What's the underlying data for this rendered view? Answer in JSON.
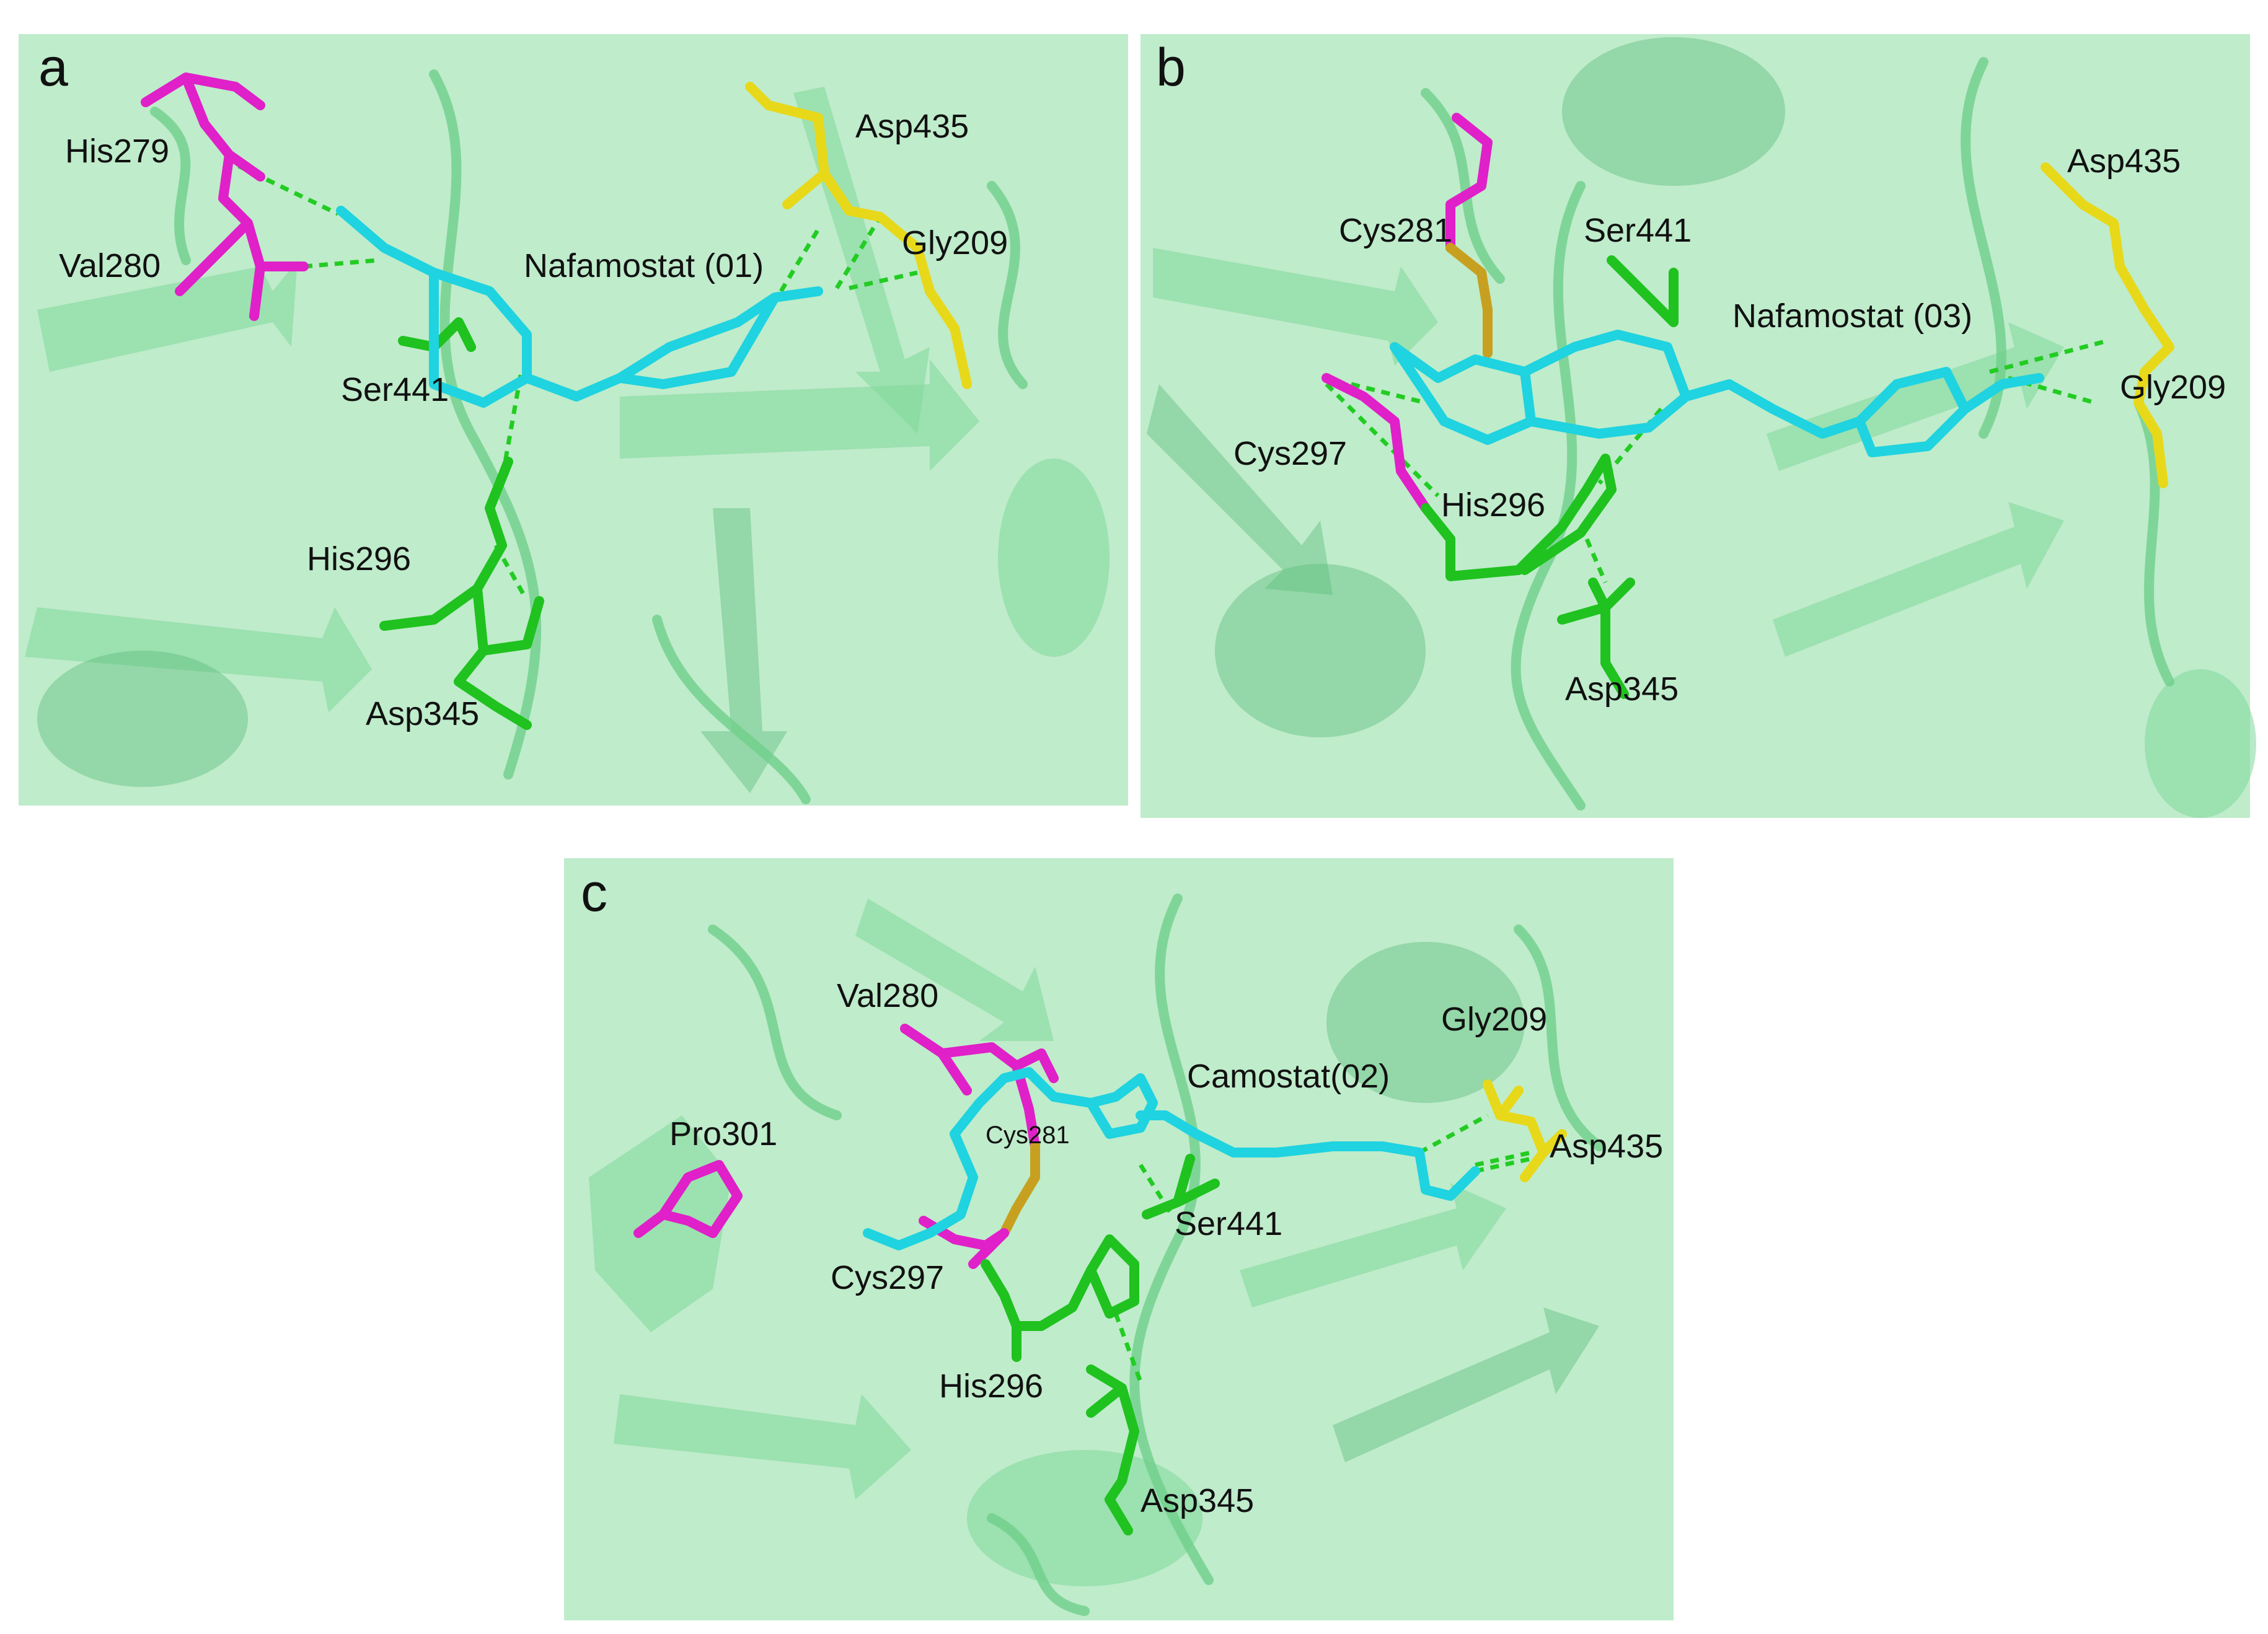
{
  "figure": {
    "panels": [
      {
        "letter": "a",
        "ligand": "Nafamostat (01)",
        "residues": [
          "His279",
          "Val280",
          "Asp435",
          "Gly209",
          "Ser441",
          "His296",
          "Asp345"
        ]
      },
      {
        "letter": "b",
        "ligand": "Nafamostat (03)",
        "residues": [
          "Cys281",
          "Ser441",
          "Asp435",
          "Gly209",
          "Cys297",
          "His296",
          "Asp345"
        ]
      },
      {
        "letter": "c",
        "ligand": "Camostat(02)",
        "residues": [
          "Val280",
          "Gly209",
          "Pro301",
          "Cys281",
          "Asp435",
          "Ser441",
          "Cys297",
          "His296",
          "Asp345"
        ]
      }
    ],
    "colors": {
      "protein_cartoon": "#7fd89a",
      "background_protein": "#bfeccb",
      "ligand_carbon": "#1fd3e0",
      "residue_pink": "#e020c8",
      "residue_yellow": "#e8d81a",
      "residue_green": "#1fc21f",
      "sulfur": "#c8a020",
      "nitrogen": "#1a2ae0",
      "oxygen": "#e01a1a",
      "hydrogen_bond": "#22cc22"
    }
  }
}
